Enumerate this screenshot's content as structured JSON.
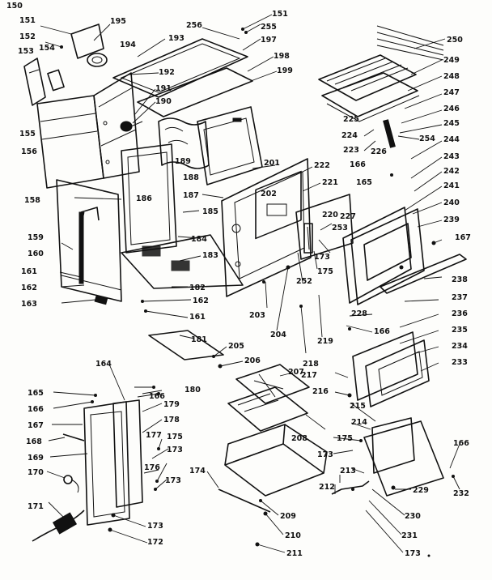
{
  "diagram": {
    "colors": {
      "ink": "#111111",
      "paper": "#fdfdfb"
    },
    "labels": [
      {
        "id": "l150",
        "text": "150"
      },
      {
        "id": "l151a",
        "text": "151"
      },
      {
        "id": "l195",
        "text": "195"
      },
      {
        "id": "l256",
        "text": "256"
      },
      {
        "id": "l151b",
        "text": "151"
      },
      {
        "id": "l255",
        "text": "255"
      },
      {
        "id": "l197",
        "text": "197"
      },
      {
        "id": "l193",
        "text": "193"
      },
      {
        "id": "l152",
        "text": "152"
      },
      {
        "id": "l194",
        "text": "194"
      },
      {
        "id": "l153",
        "text": "153"
      },
      {
        "id": "l154",
        "text": "154"
      },
      {
        "id": "l198",
        "text": "198"
      },
      {
        "id": "l192",
        "text": "192"
      },
      {
        "id": "l199",
        "text": "199"
      },
      {
        "id": "l191",
        "text": "191"
      },
      {
        "id": "l190",
        "text": "190"
      },
      {
        "id": "l155",
        "text": "155"
      },
      {
        "id": "l156",
        "text": "156"
      },
      {
        "id": "l189",
        "text": "189"
      },
      {
        "id": "l188",
        "text": "188"
      },
      {
        "id": "l201",
        "text": "201"
      },
      {
        "id": "l250",
        "text": "250"
      },
      {
        "id": "l249",
        "text": "249"
      },
      {
        "id": "l248",
        "text": "248"
      },
      {
        "id": "l247",
        "text": "247"
      },
      {
        "id": "l246",
        "text": "246"
      },
      {
        "id": "l225",
        "text": "225"
      },
      {
        "id": "l245",
        "text": "245"
      },
      {
        "id": "l224",
        "text": "224"
      },
      {
        "id": "l223",
        "text": "223"
      },
      {
        "id": "l226",
        "text": "226"
      },
      {
        "id": "l254",
        "text": "254"
      },
      {
        "id": "l244",
        "text": "244"
      },
      {
        "id": "l243",
        "text": "243"
      },
      {
        "id": "l242",
        "text": "242"
      },
      {
        "id": "l166a",
        "text": "166"
      },
      {
        "id": "l222",
        "text": "222"
      },
      {
        "id": "l221",
        "text": "221"
      },
      {
        "id": "l165a",
        "text": "165"
      },
      {
        "id": "l241",
        "text": "241"
      },
      {
        "id": "l240",
        "text": "240"
      },
      {
        "id": "l187",
        "text": "187"
      },
      {
        "id": "l202",
        "text": "202"
      },
      {
        "id": "l186",
        "text": "186"
      },
      {
        "id": "l158",
        "text": "158"
      },
      {
        "id": "l220",
        "text": "220"
      },
      {
        "id": "l227",
        "text": "227"
      },
      {
        "id": "l239",
        "text": "239"
      },
      {
        "id": "l253",
        "text": "253"
      },
      {
        "id": "l167a",
        "text": "167"
      },
      {
        "id": "l159",
        "text": "159"
      },
      {
        "id": "l185",
        "text": "185"
      },
      {
        "id": "l184",
        "text": "184"
      },
      {
        "id": "l160",
        "text": "160"
      },
      {
        "id": "l173a",
        "text": "173"
      },
      {
        "id": "l175a",
        "text": "175"
      },
      {
        "id": "l238",
        "text": "238"
      },
      {
        "id": "l183",
        "text": "183"
      },
      {
        "id": "l252",
        "text": "252"
      },
      {
        "id": "l161a",
        "text": "161"
      },
      {
        "id": "l162a",
        "text": "162"
      },
      {
        "id": "l182",
        "text": "182"
      },
      {
        "id": "l163",
        "text": "163"
      },
      {
        "id": "l162b",
        "text": "162"
      },
      {
        "id": "l203",
        "text": "203"
      },
      {
        "id": "l237",
        "text": "237"
      },
      {
        "id": "l228",
        "text": "228"
      },
      {
        "id": "l236",
        "text": "236"
      },
      {
        "id": "l161b",
        "text": "161"
      },
      {
        "id": "l204",
        "text": "204"
      },
      {
        "id": "l166b",
        "text": "166"
      },
      {
        "id": "l235",
        "text": "235"
      },
      {
        "id": "l219",
        "text": "219"
      },
      {
        "id": "l181",
        "text": "181"
      },
      {
        "id": "l205",
        "text": "205"
      },
      {
        "id": "l234",
        "text": "234"
      },
      {
        "id": "l233",
        "text": "233"
      },
      {
        "id": "l206",
        "text": "206"
      },
      {
        "id": "l218",
        "text": "218"
      },
      {
        "id": "l164",
        "text": "164"
      },
      {
        "id": "l207",
        "text": "207"
      },
      {
        "id": "l217",
        "text": "217"
      },
      {
        "id": "l180",
        "text": "180"
      },
      {
        "id": "l165b",
        "text": "165"
      },
      {
        "id": "l166c",
        "text": "166"
      },
      {
        "id": "l216",
        "text": "216"
      },
      {
        "id": "l166d",
        "text": "166"
      },
      {
        "id": "l179",
        "text": "179"
      },
      {
        "id": "l215",
        "text": "215"
      },
      {
        "id": "l178",
        "text": "178"
      },
      {
        "id": "l214",
        "text": "214"
      },
      {
        "id": "l167b",
        "text": "167"
      },
      {
        "id": "l177",
        "text": "177"
      },
      {
        "id": "l208",
        "text": "208"
      },
      {
        "id": "l175b",
        "text": "175"
      },
      {
        "id": "l166e",
        "text": "166"
      },
      {
        "id": "l168",
        "text": "168"
      },
      {
        "id": "l173b",
        "text": "173"
      },
      {
        "id": "l175c",
        "text": "175"
      },
      {
        "id": "l173c",
        "text": "173"
      },
      {
        "id": "l169",
        "text": "169"
      },
      {
        "id": "l176",
        "text": "176"
      },
      {
        "id": "l173d",
        "text": "173"
      },
      {
        "id": "l170",
        "text": "170"
      },
      {
        "id": "l174",
        "text": "174"
      },
      {
        "id": "l213",
        "text": "213"
      },
      {
        "id": "l212",
        "text": "212"
      },
      {
        "id": "l229",
        "text": "229"
      },
      {
        "id": "l232",
        "text": "232"
      },
      {
        "id": "l171",
        "text": "171"
      },
      {
        "id": "l209",
        "text": "209"
      },
      {
        "id": "l230",
        "text": "230"
      },
      {
        "id": "l173e",
        "text": "173"
      },
      {
        "id": "l210",
        "text": "210"
      },
      {
        "id": "l231",
        "text": "231"
      },
      {
        "id": "l172",
        "text": "172"
      },
      {
        "id": "l211",
        "text": "211"
      },
      {
        "id": "l173f",
        "text": "173"
      }
    ]
  }
}
